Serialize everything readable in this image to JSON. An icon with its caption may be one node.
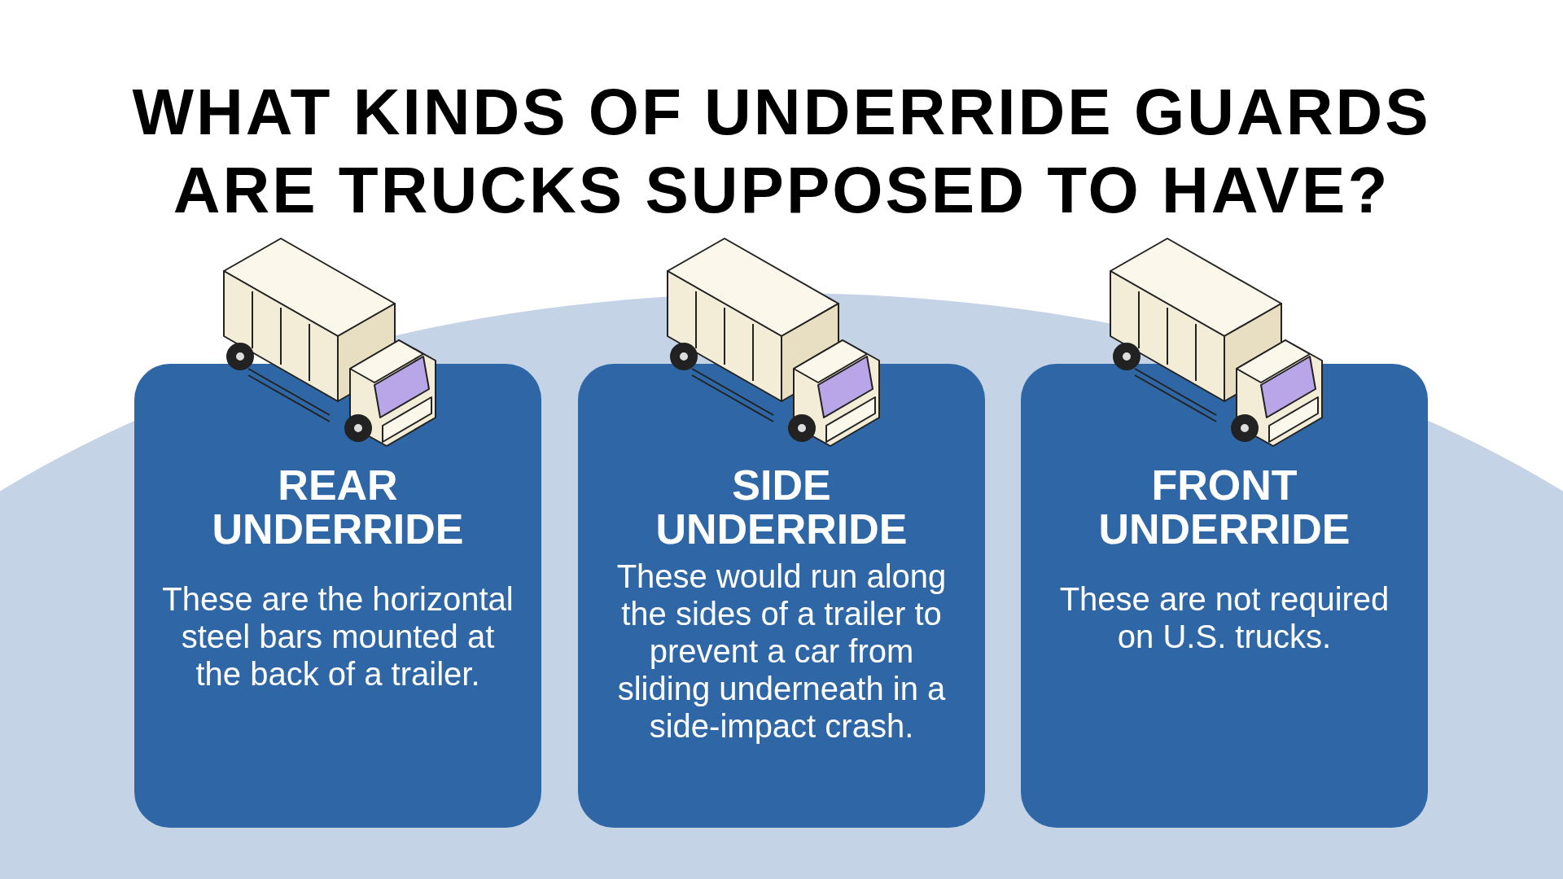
{
  "diagram": {
    "title": "WHAT KINDS OF UNDERRIDE GUARDS ARE TRUCKS SUPPOSED TO HAVE?",
    "nodes": [
      {
        "text": [
          "REAR UNDERRIDE",
          "These are the horizontal steel bars mounted at the back of a trailer."
        ]
      },
      {
        "text": [
          "SIDE UNDERRIDE",
          "These would run along the sides of a trailer to prevent a car from sliding underneath in a side-impact crash."
        ]
      },
      {
        "text": [
          "FRONT UNDERRIDE",
          "These are not required on U.S. trucks."
        ]
      }
    ]
  }
}
